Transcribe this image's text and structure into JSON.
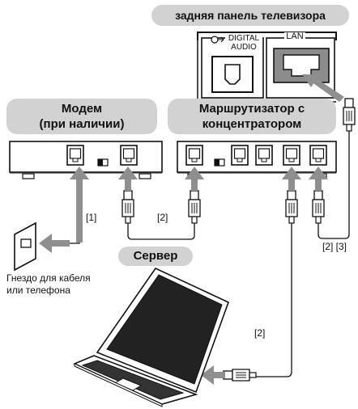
{
  "title": "задняя панель телевизора",
  "tv_panel": {
    "digital_audio": "DIGITAL\nAUDIO",
    "lan": "LAN"
  },
  "modem": {
    "label": "Модем\n(при наличии)"
  },
  "router": {
    "label": "Маршрутизатор с\nконцентратором"
  },
  "server": {
    "label": "Сервер"
  },
  "wall_jack": {
    "label": "Гнездо для кабеля\nили телефона"
  },
  "cable_labels": {
    "modem_to_wall": "[1]",
    "modem_to_router": "[2]",
    "router_to_tv": "[2] [3]",
    "router_to_laptop": "[2]"
  },
  "colors": {
    "label_bg": "#d2d2d2",
    "cable": "#9a9a9a",
    "arrow": "#8f8f8f",
    "line": "#111111"
  }
}
